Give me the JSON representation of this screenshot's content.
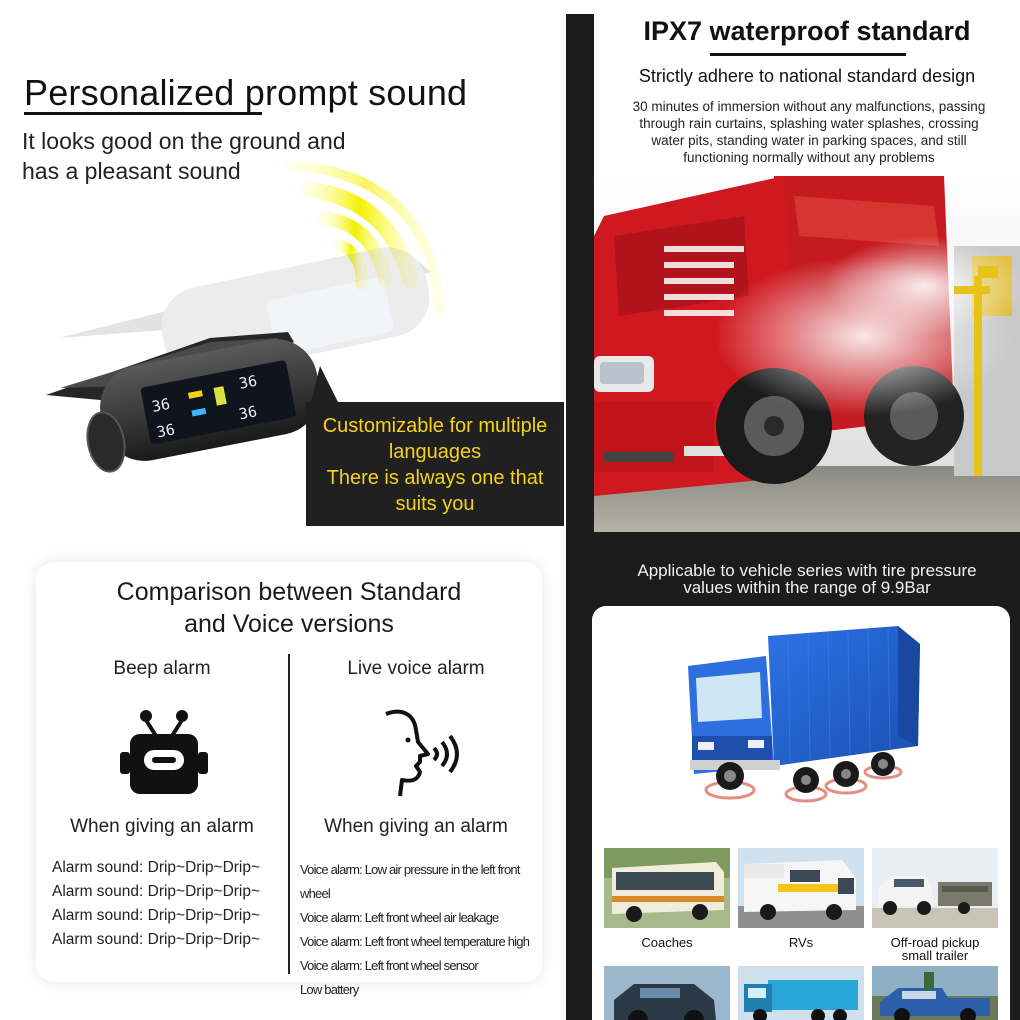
{
  "left": {
    "title": "Personalized prompt sound",
    "subtitle_lines": [
      "It looks good on the ground and",
      "has a pleasant sound"
    ],
    "display_readings": [
      "36",
      "36",
      "36",
      "36"
    ],
    "callout_lines": [
      "Customizable for multiple",
      "languages",
      "There is always one that",
      "suits you"
    ]
  },
  "comparison": {
    "title_lines": [
      "Comparison between Standard",
      "and Voice versions"
    ],
    "beep": {
      "heading": "Beep alarm",
      "icon": "robot-icon",
      "when": "When giving an alarm",
      "lines": [
        "Alarm sound: Drip~Drip~Drip~",
        "Alarm sound: Drip~Drip~Drip~",
        "Alarm sound: Drip~Drip~Drip~",
        "Alarm sound: Drip~Drip~Drip~"
      ]
    },
    "voice": {
      "heading": "Live voice alarm",
      "icon": "speaking-head-icon",
      "when": "When giving an alarm",
      "lines": [
        "Voice alarm: Low air pressure in the left front wheel",
        "Voice alarm: Left front wheel air leakage",
        "Voice alarm: Left front wheel temperature high",
        "Voice alarm: Left front wheel sensor",
        "Low battery"
      ]
    }
  },
  "waterproof": {
    "title": "IPX7 waterproof standard",
    "subtitle": "Strictly adhere to national standard design",
    "description_lines": [
      "30 minutes of immersion without any malfunctions, passing",
      "through rain curtains, splashing water splashes, crossing",
      "water pits, standing water in parking spaces, and still",
      "functioning normally without any problems"
    ]
  },
  "vehicles": {
    "range_lines": [
      "Applicable to vehicle series with tire pressure",
      "values within the range of 9.9Bar"
    ],
    "types": [
      {
        "label": "Coaches"
      },
      {
        "label": "RVs"
      },
      {
        "label_lines": [
          "Off-road pickup",
          "small trailer"
        ]
      }
    ]
  },
  "colors": {
    "accent_yellow": "#f4d21b",
    "panel_dark": "#1c1c1c",
    "truck_red": "#c8141c",
    "truck_blue": "#1f5fd0"
  }
}
